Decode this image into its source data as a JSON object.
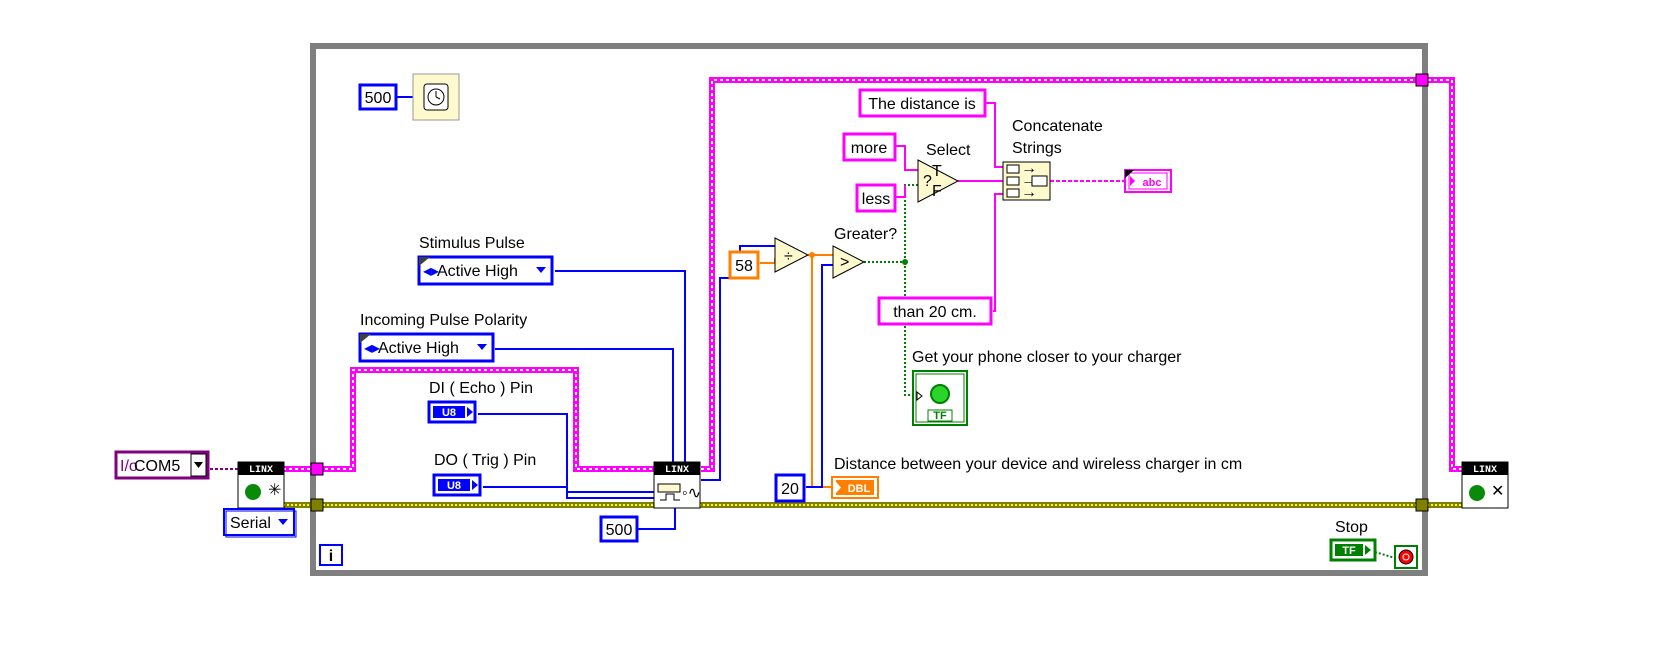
{
  "while_loop": {
    "iteration_label": "i",
    "stop_label": "Stop",
    "stop_bool": "TF"
  },
  "wait": {
    "ms_value": "500"
  },
  "visa": {
    "resource": "COM5",
    "resource_icon": "I/o"
  },
  "linx_open": {
    "header": "LINX",
    "interface_value": "Serial"
  },
  "linx_pulse": {
    "header": "LINX",
    "timeout_value": "500"
  },
  "linx_close": {
    "header": "LINX"
  },
  "controls": {
    "stimulus_pulse": {
      "label": "Stimulus Pulse",
      "value": "Active High"
    },
    "incoming_pulse_polarity": {
      "label": "Incoming Pulse Polarity",
      "value": "Active High"
    },
    "di_pin": {
      "label": "DI ( Echo ) Pin",
      "type": "U8"
    },
    "do_pin": {
      "label": "DO ( Trig ) Pin",
      "type": "U8"
    }
  },
  "math": {
    "divisor": "58",
    "threshold": "20",
    "greater_label": "Greater?"
  },
  "strings": {
    "the_distance_is": "The distance is",
    "more": "more",
    "less": "less",
    "than_20_cm": "than 20 cm.",
    "select_label": "Select",
    "concatenate_label_line1": "Concatenate",
    "concatenate_label_line2": "Strings",
    "string_indicator": "abc"
  },
  "indicators": {
    "led_label": "Get your phone closer to your charger",
    "led_type": "TF",
    "distance_label": "Distance between your device and wireless charger in cm",
    "distance_type": "DBL"
  },
  "colors": {
    "loop_border": "#7f7f7f",
    "string_wire": "#ff00ff",
    "cluster_wire": "#ffff00",
    "numeric_wire_int": "#0000ff",
    "numeric_wire_dbl": "#ff8000",
    "boolean_wire": "#008000",
    "visa_wire": "#800080",
    "node_bg": "#fffacd"
  }
}
